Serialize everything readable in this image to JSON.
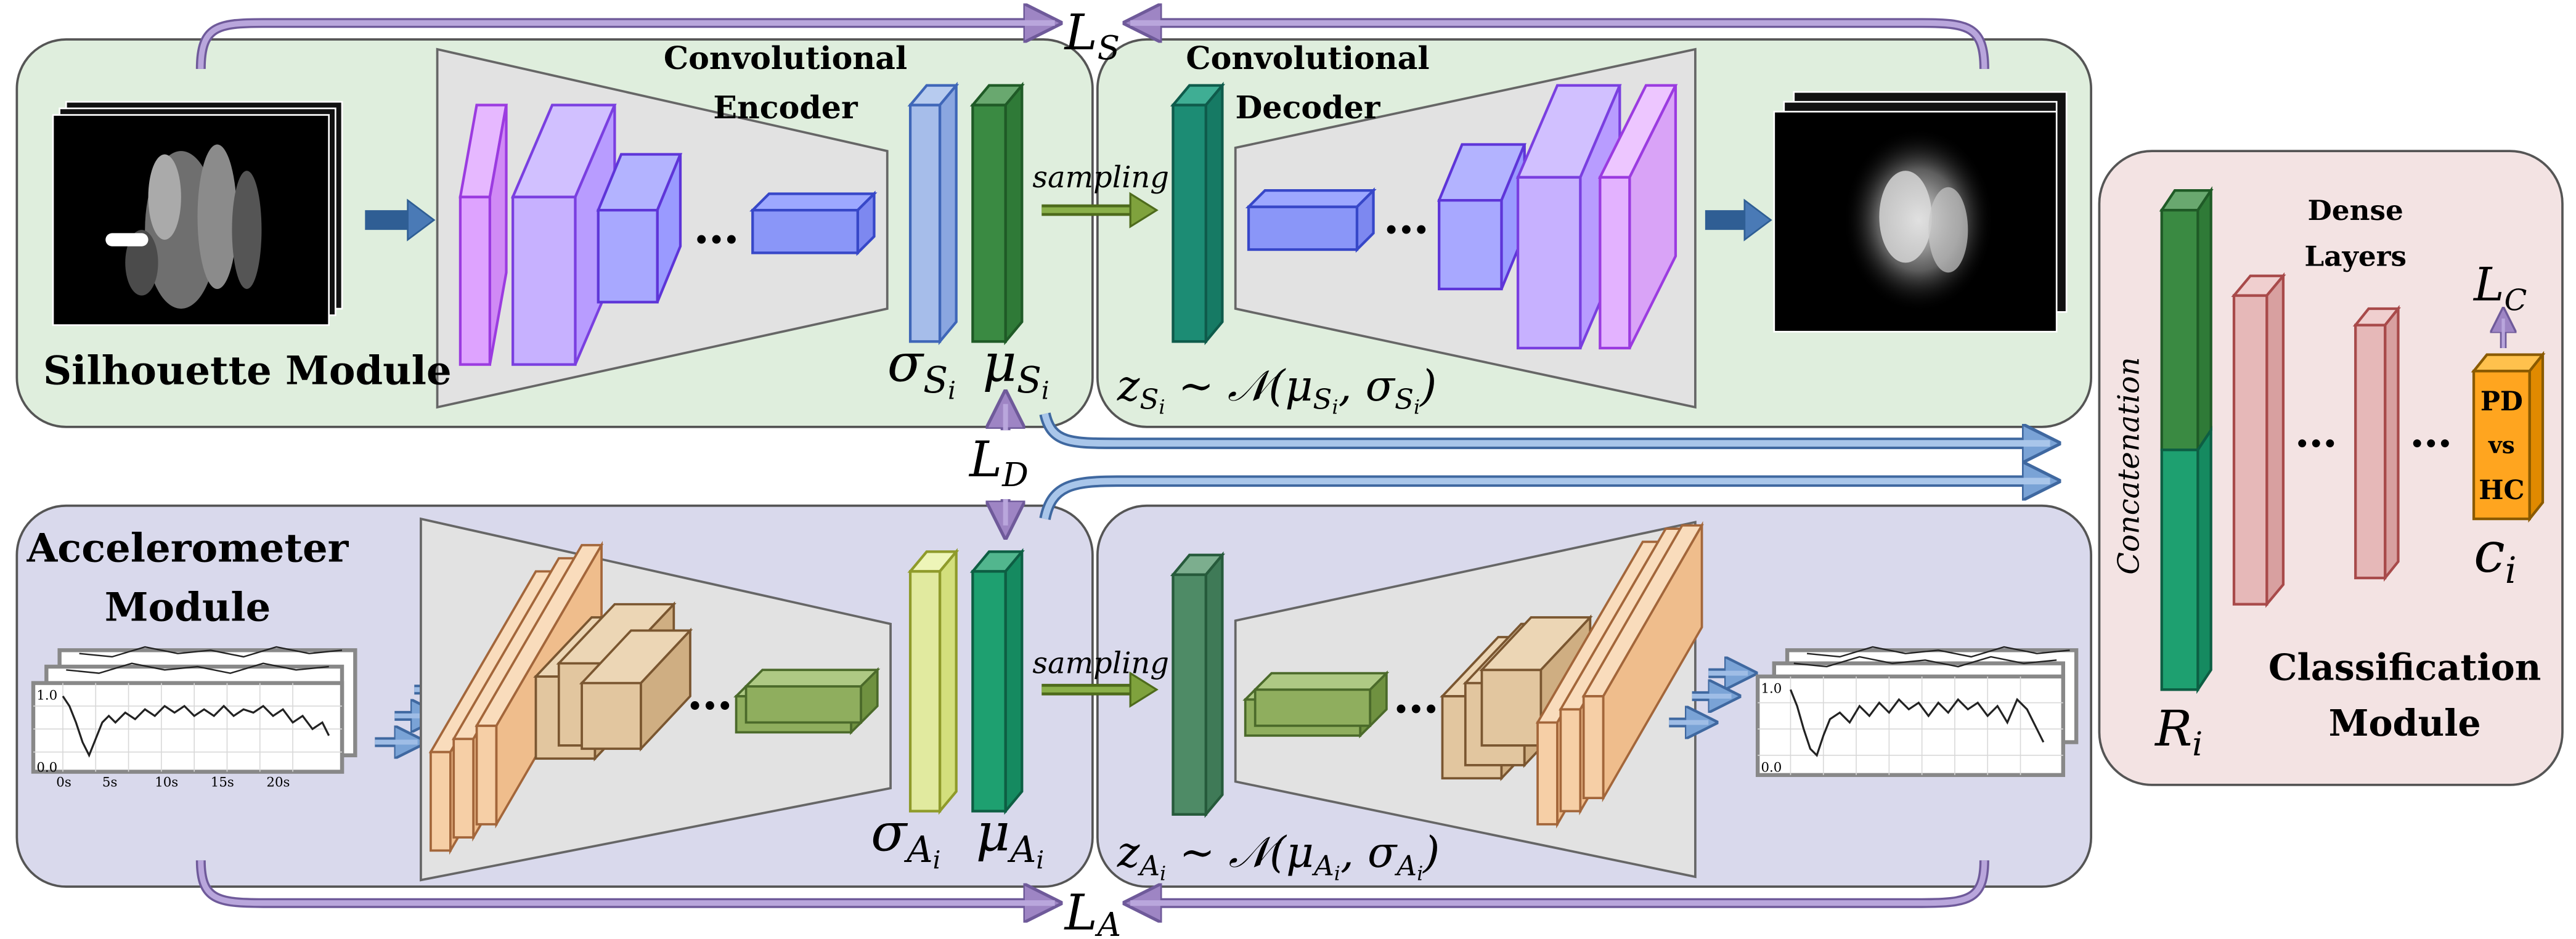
{
  "modules": {
    "silhouette": "Silhouette Module",
    "accelerometer_line1": "Accelerometer",
    "accelerometer_line2": "Module",
    "classification_line1": "Classification",
    "classification_line2": "Module"
  },
  "encoder": {
    "line1": "Convolutional",
    "line2": "Encoder"
  },
  "decoder": {
    "line1": "Convolutional",
    "line2": "Decoder"
  },
  "dense": {
    "line1": "Dense",
    "line2": "Layers"
  },
  "sampling": "sampling",
  "concatenation": "Concatenation",
  "ellipsis": "…",
  "dots": "...",
  "losses": {
    "ls_main": "L",
    "ls_sub": "S",
    "la_main": "L",
    "la_sub": "A",
    "ld_main": "L",
    "ld_sub": "D",
    "lc_main": "L",
    "lc_sub": "C"
  },
  "latent_s": {
    "sigma": "σ",
    "sigma_sub": "S",
    "sigma_subsub": "i",
    "mu": "μ",
    "mu_sub": "S",
    "mu_subsub": "i",
    "z": "z",
    "z_sub": "S",
    "z_subsub": "i",
    "dist": "∼ 𝒩(μ",
    "dist_sub1": "S",
    "dist_subsub1": "i",
    "comma": ", σ",
    "dist_sub2": "S",
    "dist_subsub2": "i",
    "close": ")"
  },
  "latent_a": {
    "sigma": "σ",
    "sigma_sub": "A",
    "sigma_subsub": "i",
    "mu": "μ",
    "mu_sub": "A",
    "mu_subsub": "i",
    "z": "z",
    "z_sub": "A",
    "z_subsub": "i",
    "dist": "∼ 𝒩(μ",
    "dist_sub1": "A",
    "dist_subsub1": "i",
    "comma": ", σ",
    "dist_sub2": "A",
    "dist_subsub2": "i",
    "close": ")"
  },
  "ri": {
    "main": "R",
    "sub": "i"
  },
  "ci": {
    "main": "c",
    "sub": "i"
  },
  "output": {
    "line1": "PD",
    "line2": "vs",
    "line3": "HC"
  },
  "accel_plot": {
    "y_top": "1.0",
    "y_bottom": "0.0",
    "x_ticks": [
      "0s",
      "5s",
      "10s",
      "15s",
      "20s"
    ]
  },
  "colors": {
    "silhouette_bg": "#dfeedd",
    "accelerometer_bg": "#d9d9ec",
    "classification_bg": "#f3e3e3",
    "arrow_purple": "#9e85c4",
    "arrow_blue": "#5a86c0",
    "sampling_green": "#6b8e2f",
    "mu_green": "#3a8a42",
    "latent_teal": "#1c8c74"
  }
}
